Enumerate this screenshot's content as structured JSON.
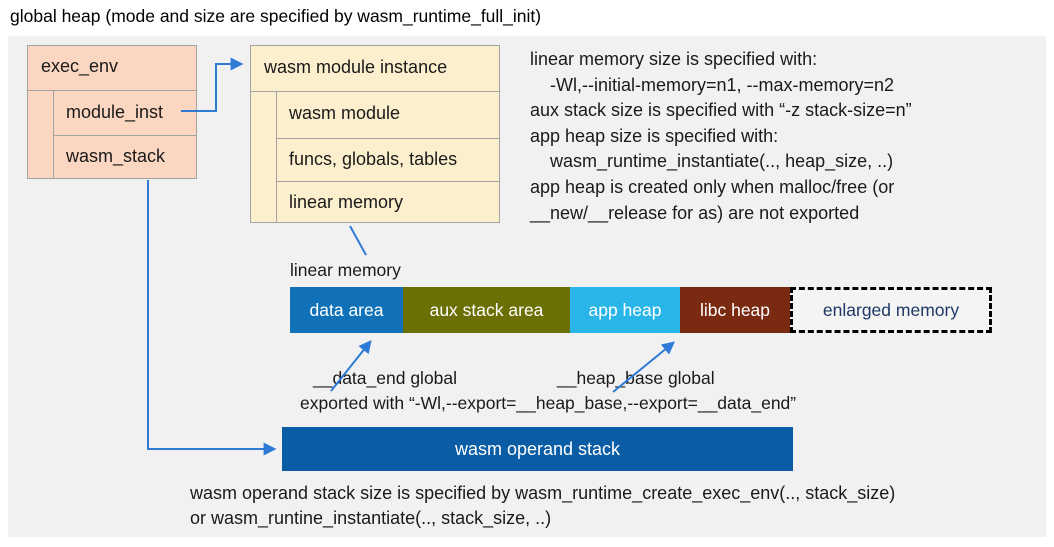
{
  "title": "global heap (mode and size are specified by wasm_runtime_full_init)",
  "exec_env": {
    "header": "exec_env",
    "rows": [
      "module_inst",
      "wasm_stack"
    ]
  },
  "module_instance": {
    "header": "wasm module instance",
    "rows": [
      "wasm module",
      "funcs, globals, tables",
      "linear memory"
    ]
  },
  "notes_top": [
    "linear memory size is specified with:",
    "-Wl,--initial-memory=n1, --max-memory=n2",
    "aux stack size is specified with “-z stack-size=n”",
    "app heap size is specified with:",
    "wasm_runtime_instantiate(.., heap_size, ..)",
    "app heap is created only when malloc/free (or",
    "__new/__release for as) are not exported"
  ],
  "linear_memory": {
    "label": "linear memory",
    "segments": [
      {
        "label": "data area",
        "color": "#1071b8"
      },
      {
        "label": "aux stack area",
        "color": "#6c6f04"
      },
      {
        "label": "app heap",
        "color": "#29b5e8"
      },
      {
        "label": "libc heap",
        "color": "#7a2a10"
      },
      {
        "label": "enlarged memory",
        "color": "#f4f4f4",
        "border": "dashed-black",
        "text_color": "#1f3864"
      }
    ]
  },
  "annotations": {
    "data_end": "__data_end global",
    "heap_base": "__heap_base global",
    "exported": "exported with “-Wl,--export=__heap_base,--export=__data_end”"
  },
  "operand_stack": {
    "label": "wasm operand stack",
    "color": "#0a5ca4"
  },
  "notes_bottom": [
    "wasm operand stack size is specified by wasm_runtime_create_exec_env(.., stack_size)",
    "or wasm_runtine_instantiate(.., stack_size, ..)"
  ],
  "colors": {
    "panel": "#f1f1f1",
    "exec_env_fill": "#fbd6c0",
    "module_instance_fill": "#fcefcd",
    "box_border": "#a3a3a3",
    "connector": "#2e7bd6",
    "enlarged_memory_text": "#1f3864"
  }
}
